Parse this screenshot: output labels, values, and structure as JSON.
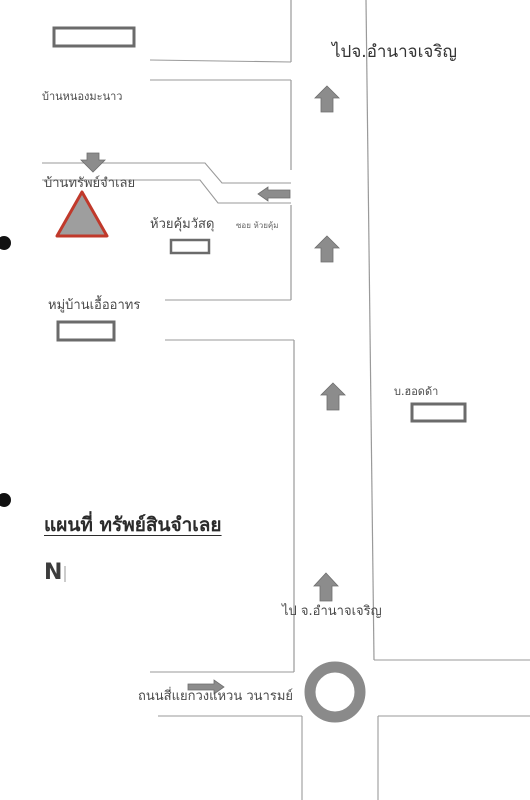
{
  "map": {
    "title": "แผนที่ ทรัพย์สินจำเลย",
    "north_label": "N",
    "labels": {
      "to_amnat_top": "ไปจ.อำนาจเจริญ",
      "to_amnat_bottom": "ไป จ.อำนาจเจริญ",
      "ban_nong_manao": "บ้านหนองมะนาว",
      "ban_sap_chamloei": "บ้านทรัพย์จำเลย",
      "huai_khum_watsadu": "ห้วยคุ้มวัสดุ",
      "soi_huai_khum": "ซอย ห้วยคุ้ม",
      "mu_ban_ueaarthon": "หมู่บ้านเอื้ออาทร",
      "ban_hot_da": "บ.ฮอดด้า",
      "road_roundabout": "ถนนสี่แยกวงแหวน วนารมย์"
    },
    "colors": {
      "road": "#9a9a9a",
      "arrow": "#8c8c8c",
      "landmark_border": "#6b6b6b",
      "triangle_fill": "#9e9e9e",
      "triangle_outline": "#c0392b",
      "roundabout": "#8a8a8a"
    }
  }
}
